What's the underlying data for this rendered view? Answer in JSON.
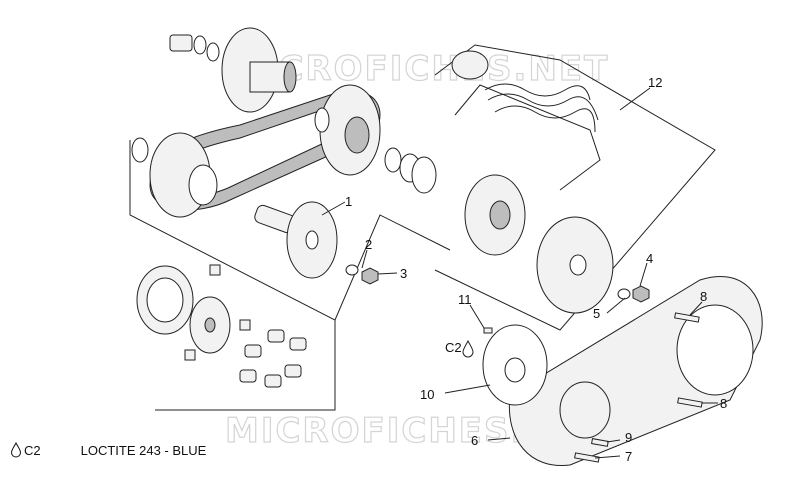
{
  "watermark": "MICROFICHES.NET",
  "callouts": {
    "c1": "1",
    "c2": "2",
    "c3": "3",
    "c4": "4",
    "c5": "5",
    "c6": "6",
    "c7": "7",
    "c8a": "8",
    "c8b": "8",
    "c9": "9",
    "c10": "10",
    "c11": "11",
    "c12": "12",
    "c2_loctite": "C2"
  },
  "legend": {
    "code": "C2",
    "text": "LOCTITE 243 - BLUE",
    "icon": "drop-icon"
  }
}
